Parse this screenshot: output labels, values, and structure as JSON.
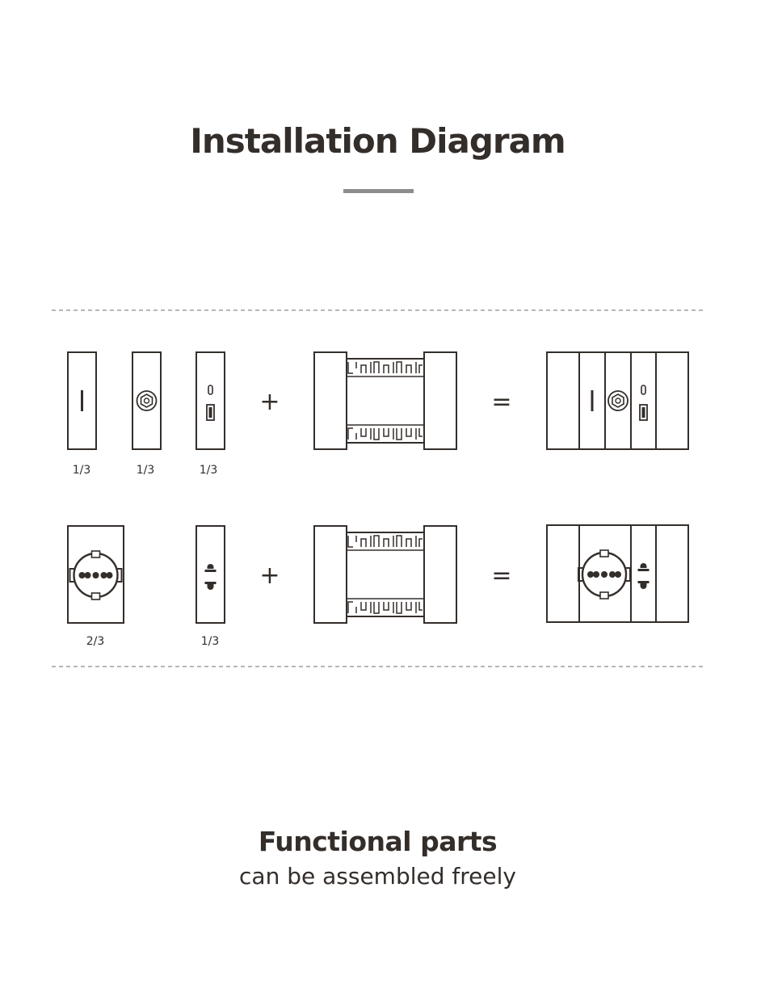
{
  "header": {
    "title": "Installation Diagram"
  },
  "rows": [
    {
      "modules": [
        {
          "fraction": "1/3",
          "icon": "switch-icon"
        },
        {
          "fraction": "1/3",
          "icon": "coax-tv-icon"
        },
        {
          "fraction": "1/3",
          "icon": "usb-charger-icon"
        }
      ],
      "plus": "+",
      "equals": "="
    },
    {
      "modules": [
        {
          "fraction": "2/3",
          "icon": "schuko-socket-icon"
        },
        {
          "fraction": "1/3",
          "icon": "indicator-icon"
        }
      ],
      "plus": "+",
      "equals": "="
    }
  ],
  "footer": {
    "title": "Functional parts",
    "subtitle": "can be assembled freely"
  }
}
